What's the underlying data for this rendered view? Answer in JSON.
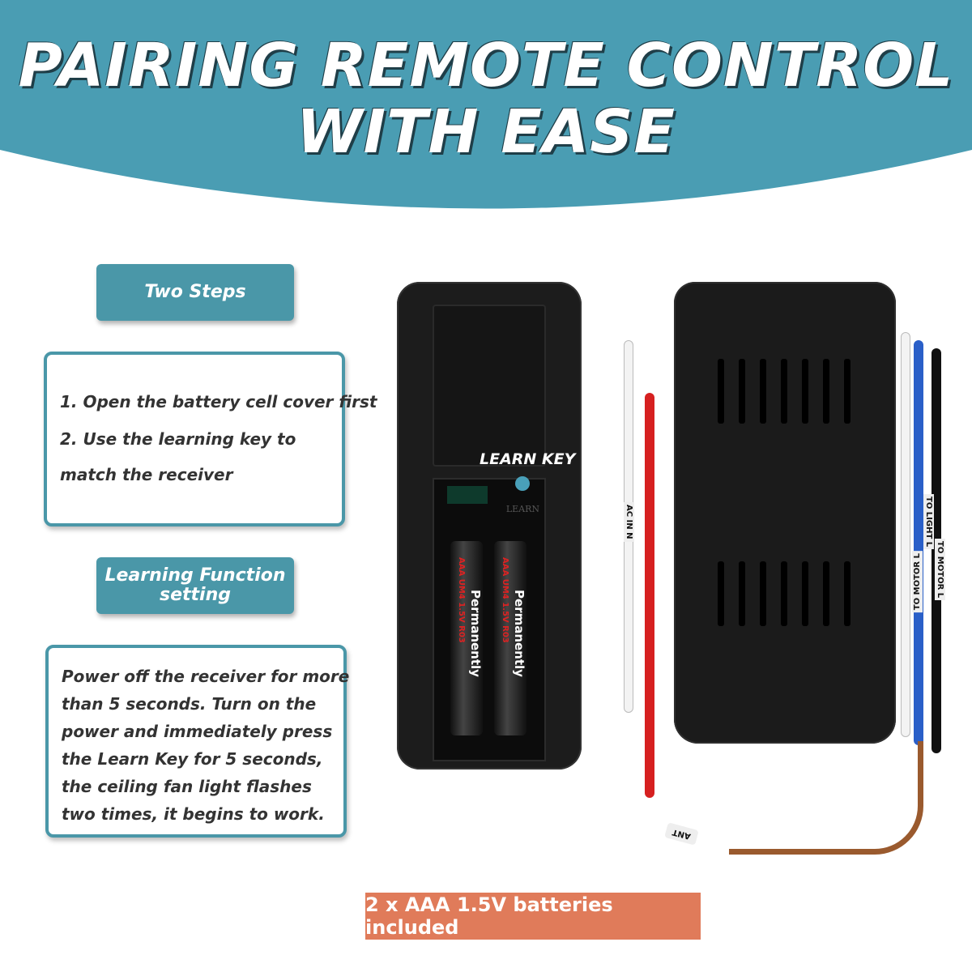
{
  "header": {
    "title_line1": "PAIRING REMOTE CONTROL",
    "title_line2": "WITH EASE"
  },
  "two_steps": {
    "label": "Two Steps",
    "steps": [
      "1. Open the battery cell cover first",
      "2. Use the learning key to",
      "match the receiver"
    ]
  },
  "learning": {
    "label_line1": "Learning Function",
    "label_line2": "setting",
    "text": [
      "Power off the receiver for more",
      "than 5 seconds. Turn on the",
      "power and immediately press",
      "the Learn Key for 5 seconds,",
      "the ceiling fan light flashes",
      "two times, it begins to work."
    ]
  },
  "remote": {
    "learn_key_label": "LEARN KEY",
    "learn_imprint": "LEARN",
    "battery_brand": "Permanently",
    "battery_spec": "AAA UM4 1.5V R03"
  },
  "receiver": {
    "wire_tags": [
      "AC IN N",
      "TO LIGHT L",
      "TO MOTOR L",
      "TO MOTOR L",
      "ANT"
    ]
  },
  "footer": {
    "battery_note": "2 x AAA 1.5V batteries included"
  },
  "colors": {
    "teal": "#4a9db3",
    "orange": "#e07b5a"
  }
}
